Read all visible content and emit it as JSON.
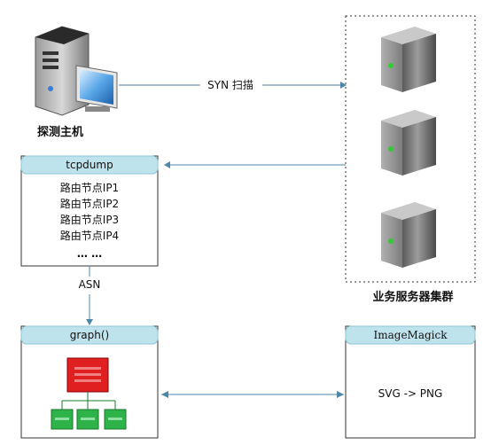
{
  "probe_host": {
    "label": "探测主机"
  },
  "scan_arrow": {
    "label": "SYN 扫描"
  },
  "server_cluster": {
    "label": "业务服务器集群",
    "server_count": 3
  },
  "tcpdump_box": {
    "title": "tcpdump",
    "items": [
      "路由节点IP1",
      "路由节点IP2",
      "路由节点IP3",
      "路由节点IP4"
    ],
    "ellipsis": "… …"
  },
  "asn_arrow": {
    "label": "ASN"
  },
  "graph_box": {
    "title": "graph()"
  },
  "imagemagick_box": {
    "title": "ImageMagick",
    "body": "SVG -> PNG"
  },
  "colors": {
    "header_fill": "#bfe3ec",
    "header_border": "#8cc4d4",
    "arrow": "#4e86a8",
    "root_node": "#e02020",
    "child_node": "#2db34a",
    "tree_line": "#1a7a2a"
  }
}
